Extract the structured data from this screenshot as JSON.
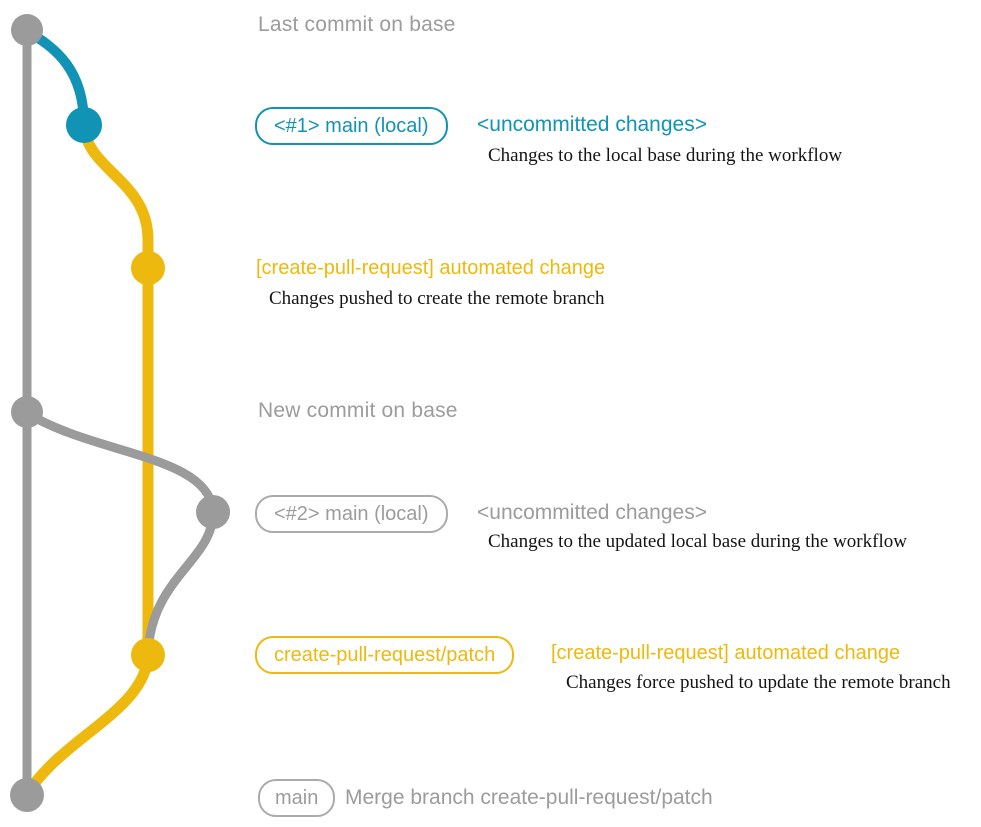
{
  "colors": {
    "teal": "#1193b5",
    "yellow": "#eeb90e",
    "gray": "#9b9b9b",
    "gray_text": "#9c9c9c",
    "black_text": "#141414"
  },
  "annotations": {
    "header_last_commit": "Last commit on base",
    "header_new_commit": "New commit on base",
    "row_main1": {
      "branch_label": "<#1> main (local)",
      "status": "<uncommitted changes>",
      "description": "Changes to the local base during the workflow"
    },
    "row_push1": {
      "commit_message": "[create-pull-request] automated change",
      "description": "Changes pushed to create the remote branch"
    },
    "row_main2": {
      "branch_label": "<#2> main (local)",
      "status": "<uncommitted changes>",
      "description": "Changes to the updated local base during the workflow"
    },
    "row_push2": {
      "branch_label": "create-pull-request/patch",
      "commit_message": "[create-pull-request] automated change",
      "description": "Changes force pushed to update the remote branch"
    },
    "row_merge": {
      "branch_label": "main",
      "commit_message": "Merge branch create-pull-request/patch"
    }
  }
}
